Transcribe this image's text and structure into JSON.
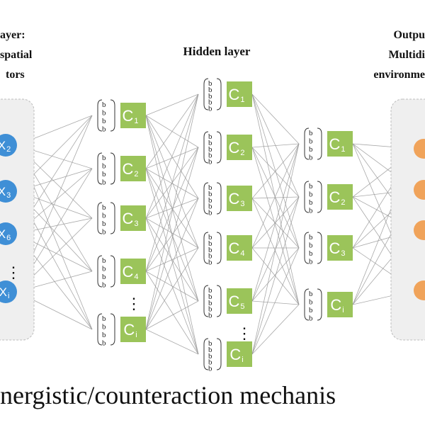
{
  "input_layer": {
    "title_line1": "ayer:",
    "title_line2": "spatial",
    "title_line3": "tors",
    "nodes": [
      {
        "base": "X",
        "sub": "2"
      },
      {
        "base": "X",
        "sub": "3"
      },
      {
        "base": "X",
        "sub": "6"
      },
      {
        "base": "X",
        "sub": "i"
      }
    ],
    "ellipsis": "⋮"
  },
  "hidden_layer": {
    "title": "Hidden layer",
    "column1": {
      "nodes": [
        {
          "base": "C",
          "sub": "1"
        },
        {
          "base": "C",
          "sub": "2"
        },
        {
          "base": "C",
          "sub": "3"
        },
        {
          "base": "C",
          "sub": "4"
        },
        {
          "base": "C",
          "sub": "i"
        }
      ]
    },
    "column2": {
      "nodes": [
        {
          "base": "C",
          "sub": "1"
        },
        {
          "base": "C",
          "sub": "2"
        },
        {
          "base": "C",
          "sub": "3"
        },
        {
          "base": "C",
          "sub": "4"
        },
        {
          "base": "C",
          "sub": "5"
        },
        {
          "base": "C",
          "sub": "i"
        }
      ]
    },
    "column3": {
      "nodes": [
        {
          "base": "C",
          "sub": "1"
        },
        {
          "base": "C",
          "sub": "2"
        },
        {
          "base": "C",
          "sub": "3"
        },
        {
          "base": "C",
          "sub": "i"
        }
      ]
    },
    "ellipsis": "⋮",
    "bracket_letter": "b"
  },
  "output_layer": {
    "title_line1": "Outpu",
    "title_line2": "Multidi",
    "title_line3": "environme"
  },
  "caption": "nergistic/counteraction mechanis",
  "colors": {
    "input_node": "#3f8fd6",
    "hidden_node": "#9bc45a",
    "output_node": "#f0a35a",
    "panel_fill": "#efefef",
    "panel_border": "#bdbdbd",
    "edge": "#9a9a9a"
  }
}
